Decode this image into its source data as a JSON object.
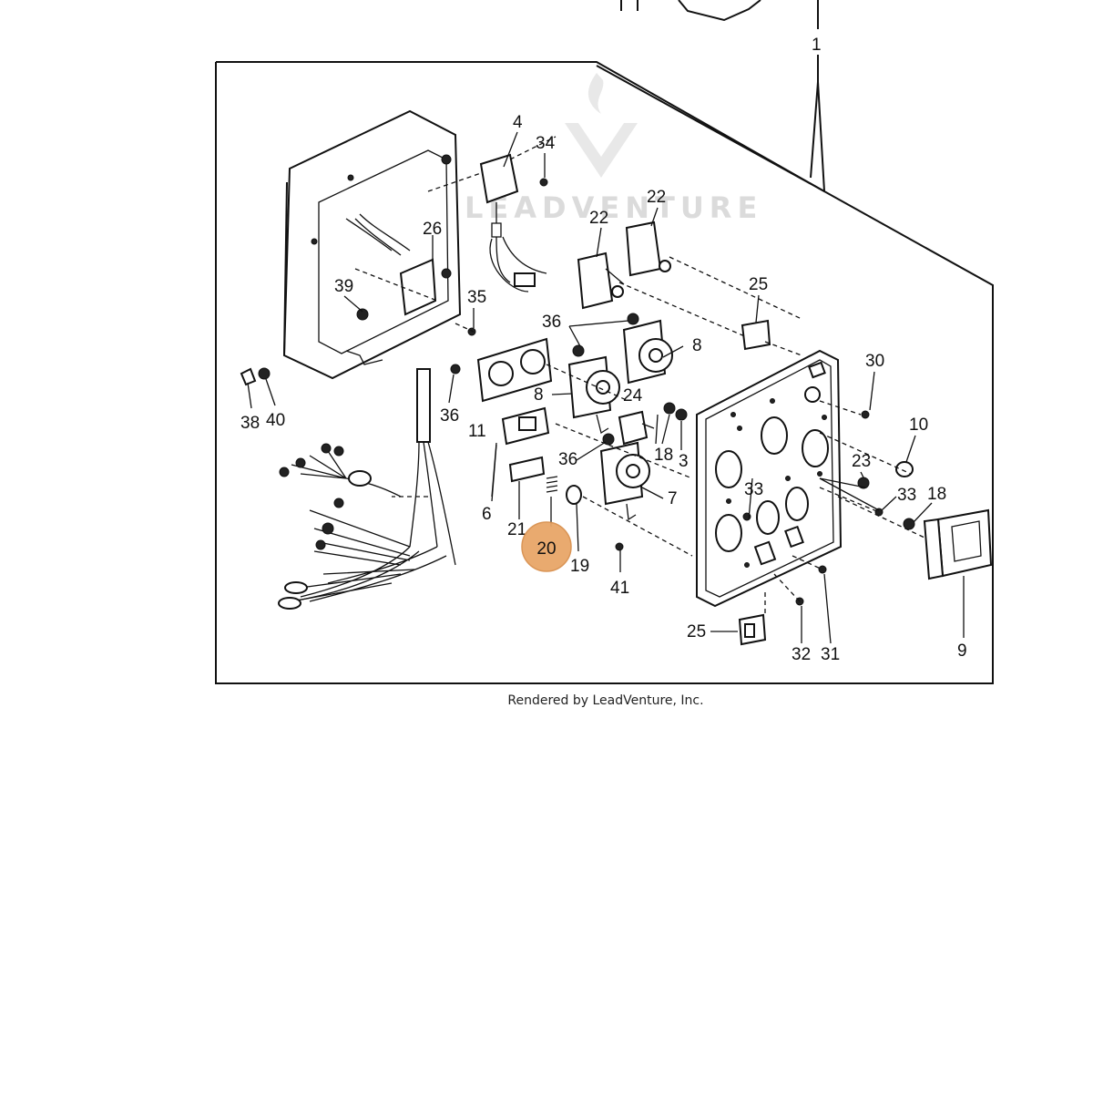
{
  "diagram": {
    "callouts": [
      "1",
      "4",
      "34",
      "22",
      "22",
      "26",
      "39",
      "35",
      "25",
      "36",
      "8",
      "30",
      "8",
      "24",
      "10",
      "18",
      "3",
      "23",
      "36",
      "11",
      "38",
      "40",
      "36",
      "6",
      "33",
      "33",
      "18",
      "7",
      "21",
      "20",
      "19",
      "41",
      "9",
      "25",
      "32",
      "31"
    ],
    "highlighted_callout": "20",
    "highlight_color": "#e8a668",
    "watermark_text": "LEADVENTURE",
    "credit_text": "Rendered by LeadVenture, Inc."
  }
}
